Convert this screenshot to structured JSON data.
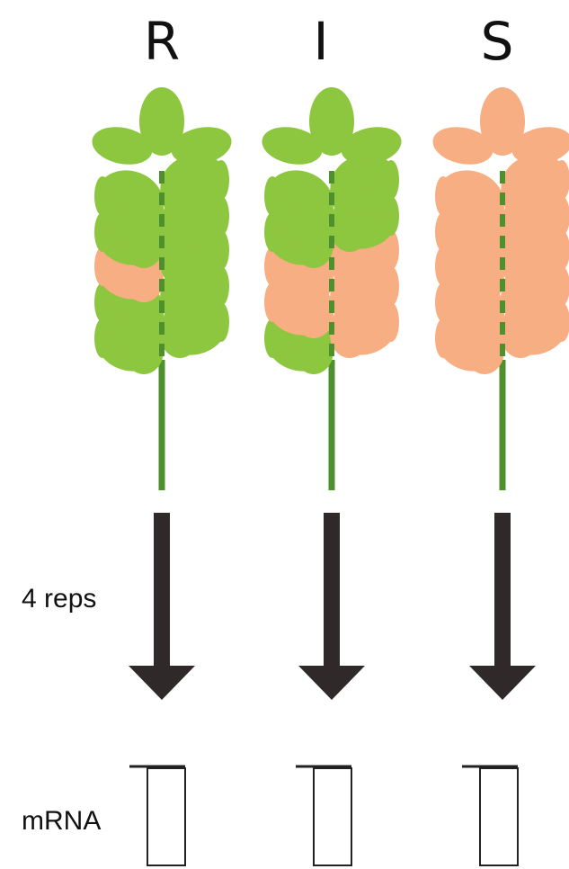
{
  "columns": [
    {
      "label": "R",
      "infected_spikelets": [
        4
      ]
    },
    {
      "label": "I",
      "infected_spikelets": [
        1,
        2,
        3,
        4,
        5
      ]
    },
    {
      "label": "S",
      "infected_spikelets": [
        0,
        1,
        2,
        3,
        4,
        5,
        6,
        7,
        8,
        9
      ]
    }
  ],
  "labels": {
    "reps": "4 reps",
    "mrna": "mRNA"
  },
  "colors": {
    "healthy": "#8DC63F",
    "infected": "#F7AE82",
    "rachis": "#4E8F2E",
    "arrow": "#2F2A29",
    "tube_outline": "#222222"
  }
}
